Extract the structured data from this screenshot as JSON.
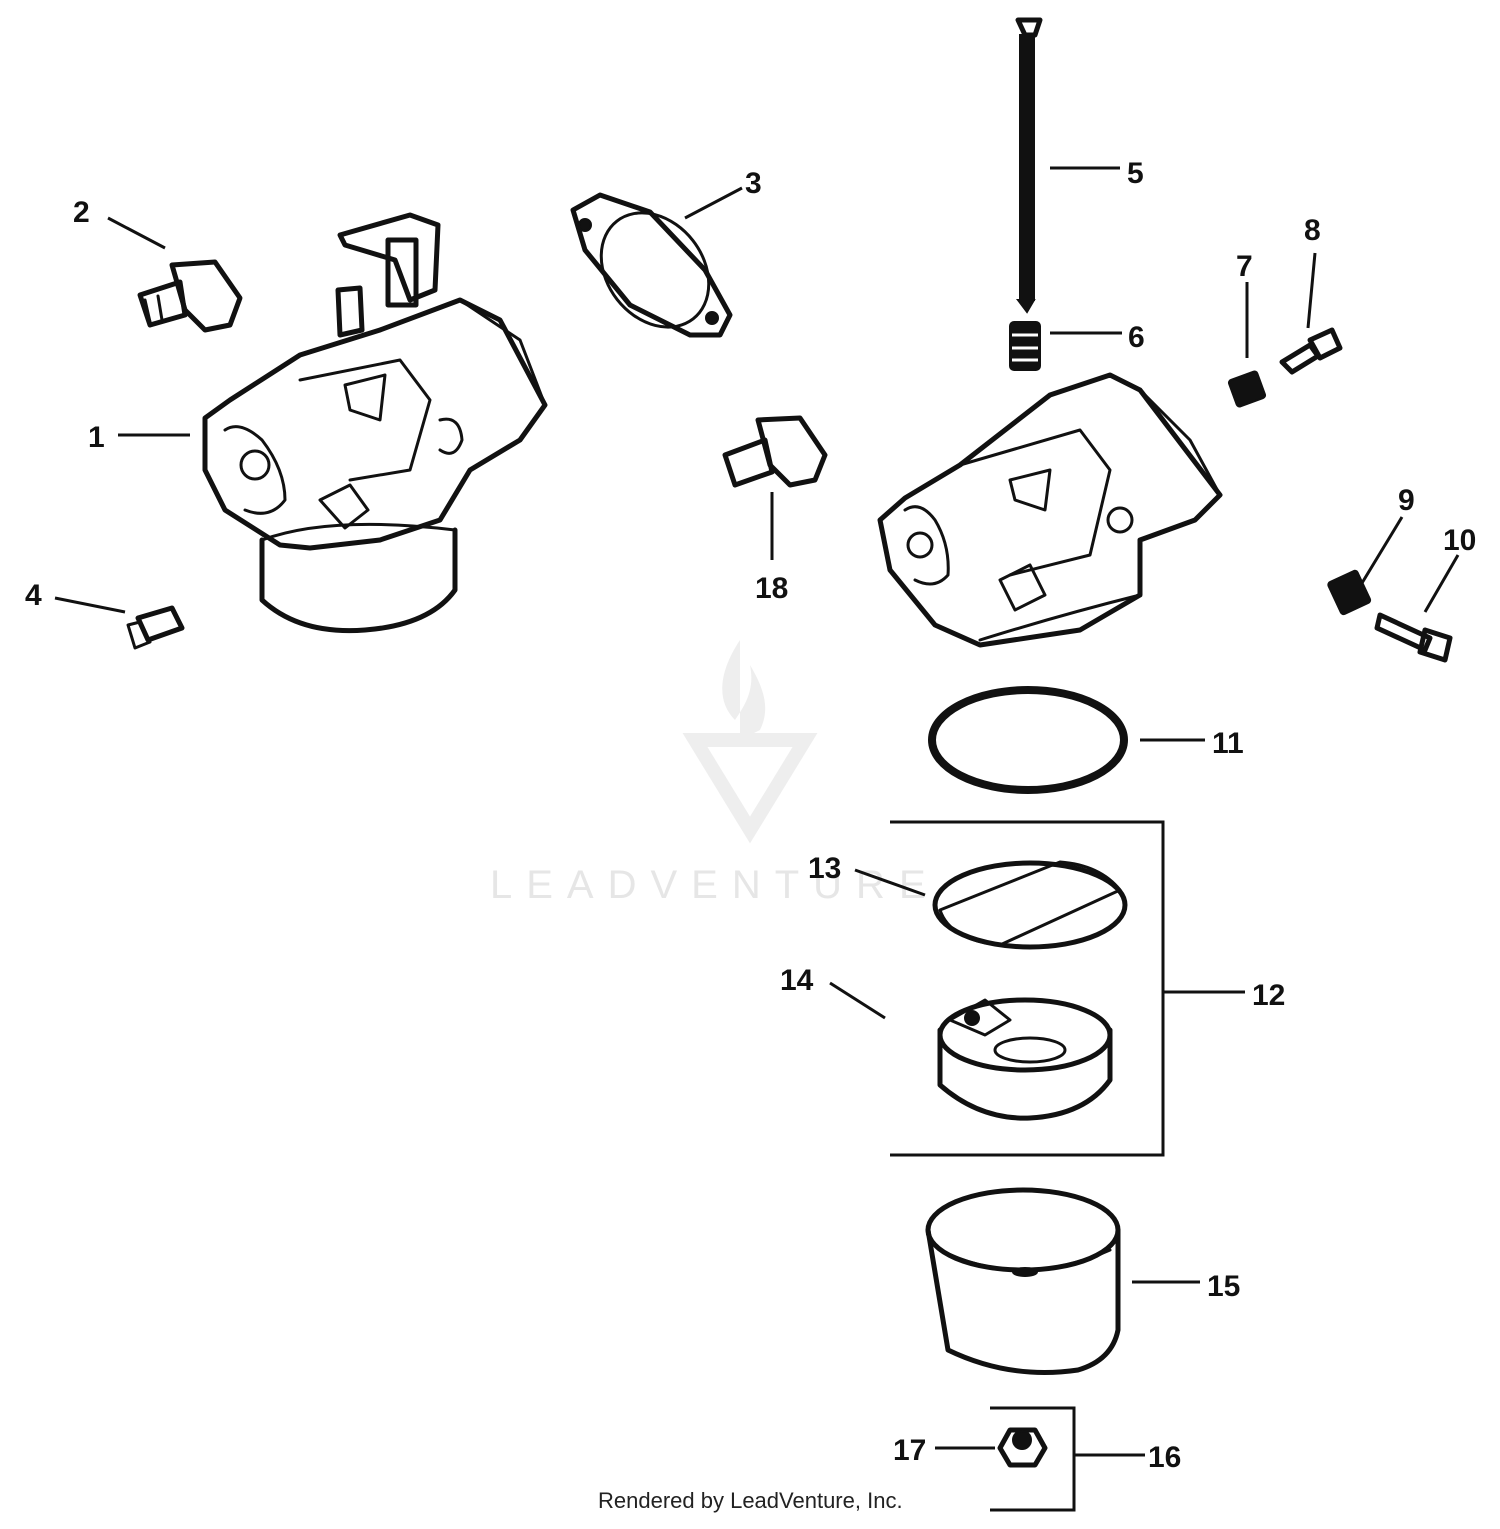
{
  "callouts": [
    {
      "id": "1",
      "label": "1"
    },
    {
      "id": "2",
      "label": "2"
    },
    {
      "id": "3",
      "label": "3"
    },
    {
      "id": "4",
      "label": "4"
    },
    {
      "id": "5",
      "label": "5"
    },
    {
      "id": "6",
      "label": "6"
    },
    {
      "id": "7",
      "label": "7"
    },
    {
      "id": "8",
      "label": "8"
    },
    {
      "id": "9",
      "label": "9"
    },
    {
      "id": "10",
      "label": "10"
    },
    {
      "id": "11",
      "label": "11"
    },
    {
      "id": "12",
      "label": "12"
    },
    {
      "id": "13",
      "label": "13"
    },
    {
      "id": "14",
      "label": "14"
    },
    {
      "id": "15",
      "label": "15"
    },
    {
      "id": "16",
      "label": "16"
    },
    {
      "id": "17",
      "label": "17"
    },
    {
      "id": "18",
      "label": "18"
    }
  ],
  "watermark": "LEADVENTURE",
  "credit": "Rendered by LeadVenture, Inc.",
  "colors": {
    "ink": "#111111",
    "watermark": "#e6e6e6",
    "background": "#ffffff"
  }
}
